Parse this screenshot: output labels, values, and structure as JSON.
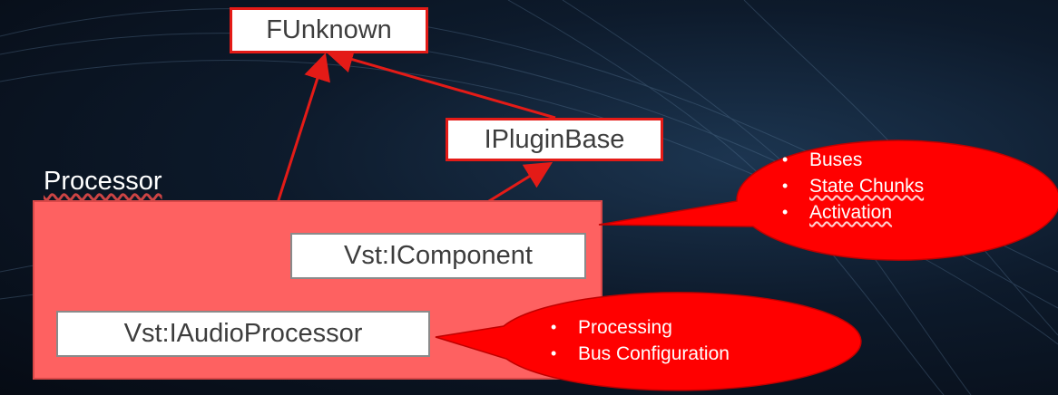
{
  "diagram": {
    "group_label": "Processor",
    "nodes": {
      "funknown": "FUnknown",
      "iplugin_base": "IPluginBase",
      "icomponent": "Vst:IComponent",
      "iaudio_processor": "Vst:IAudioProcessor"
    },
    "callout_component": {
      "items": [
        "Buses",
        "State Chunks",
        "Activation"
      ]
    },
    "callout_processor": {
      "items": [
        "Processing",
        "Bus Configuration"
      ]
    },
    "colors": {
      "arrow": "#e41b17",
      "callout_fill": "#ff0000",
      "group_fill": "#fe6161"
    }
  }
}
